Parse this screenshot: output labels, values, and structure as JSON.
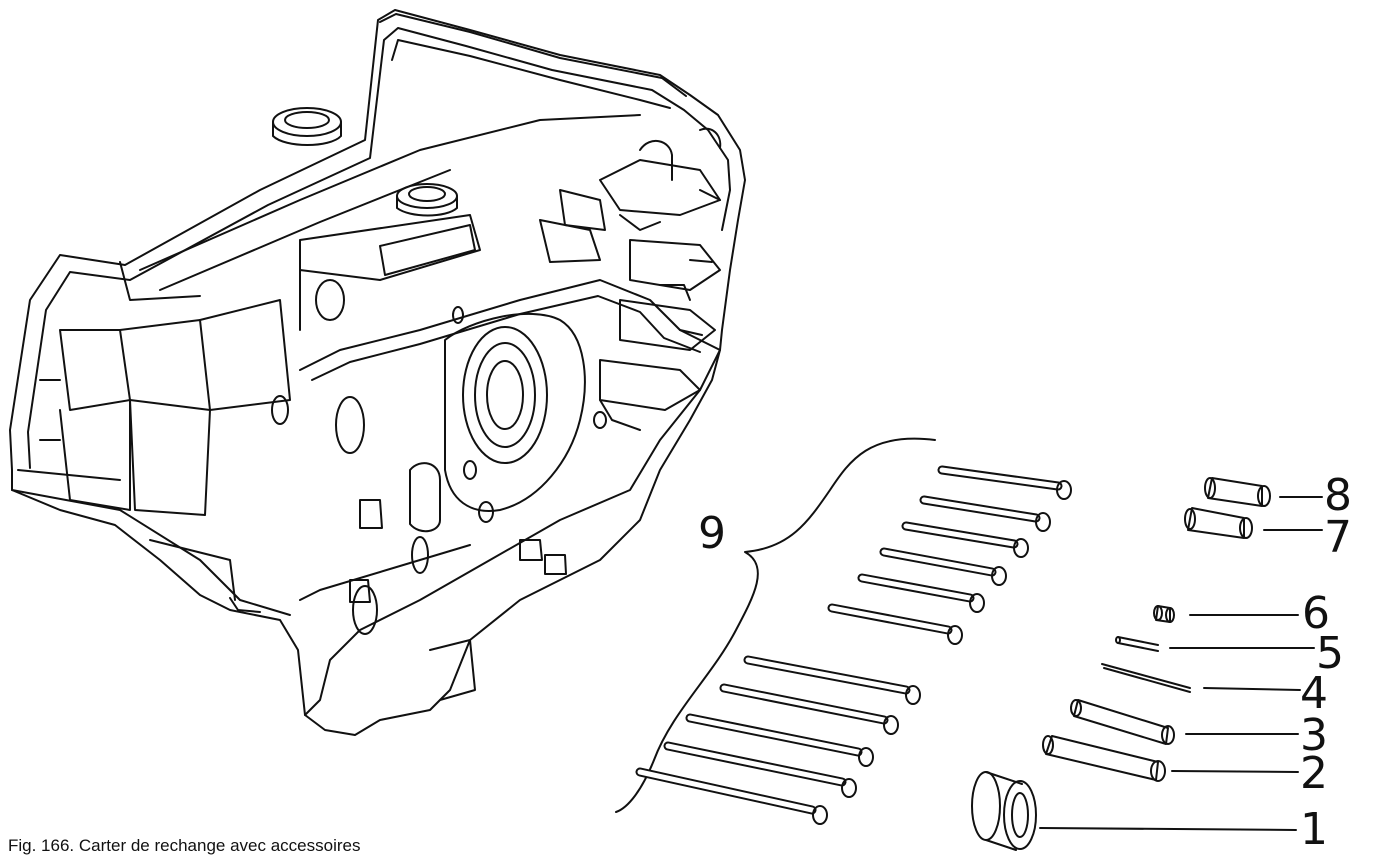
{
  "figure": {
    "caption": "Fig. 166. Carter de rechange avec accessoires",
    "callouts": [
      "1",
      "2",
      "3",
      "4",
      "5",
      "6",
      "7",
      "8",
      "9"
    ]
  },
  "colors": {
    "ink": "#111111",
    "paper": "#ffffff"
  }
}
